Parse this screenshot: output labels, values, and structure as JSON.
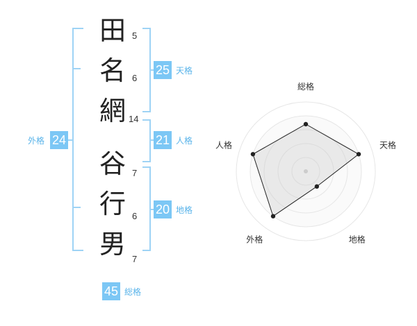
{
  "name": {
    "characters": [
      {
        "char": "田",
        "strokes": "5"
      },
      {
        "char": "名",
        "strokes": "6"
      },
      {
        "char": "網",
        "strokes": "14"
      },
      {
        "char": "谷",
        "strokes": "7"
      },
      {
        "char": "行",
        "strokes": "6"
      },
      {
        "char": "男",
        "strokes": "7"
      }
    ]
  },
  "kakusu": {
    "tenkaku": {
      "value": "25",
      "label": "天格"
    },
    "jinkaku": {
      "value": "21",
      "label": "人格"
    },
    "chikaku": {
      "value": "20",
      "label": "地格"
    },
    "gaikaku": {
      "value": "24",
      "label": "外格"
    },
    "soukaku": {
      "value": "45",
      "label": "総格"
    }
  },
  "colors": {
    "accent": "#7cc7f5",
    "bracket": "#9ed3f5",
    "accent_text": "#5ab4ea"
  },
  "chart_data": {
    "type": "radar",
    "axes": [
      "総格",
      "天格",
      "地格",
      "外格",
      "人格"
    ],
    "values": [
      0.68,
      0.8,
      0.27,
      0.8,
      0.8
    ],
    "range": [
      0,
      1
    ],
    "rings": 5,
    "grid": true
  }
}
